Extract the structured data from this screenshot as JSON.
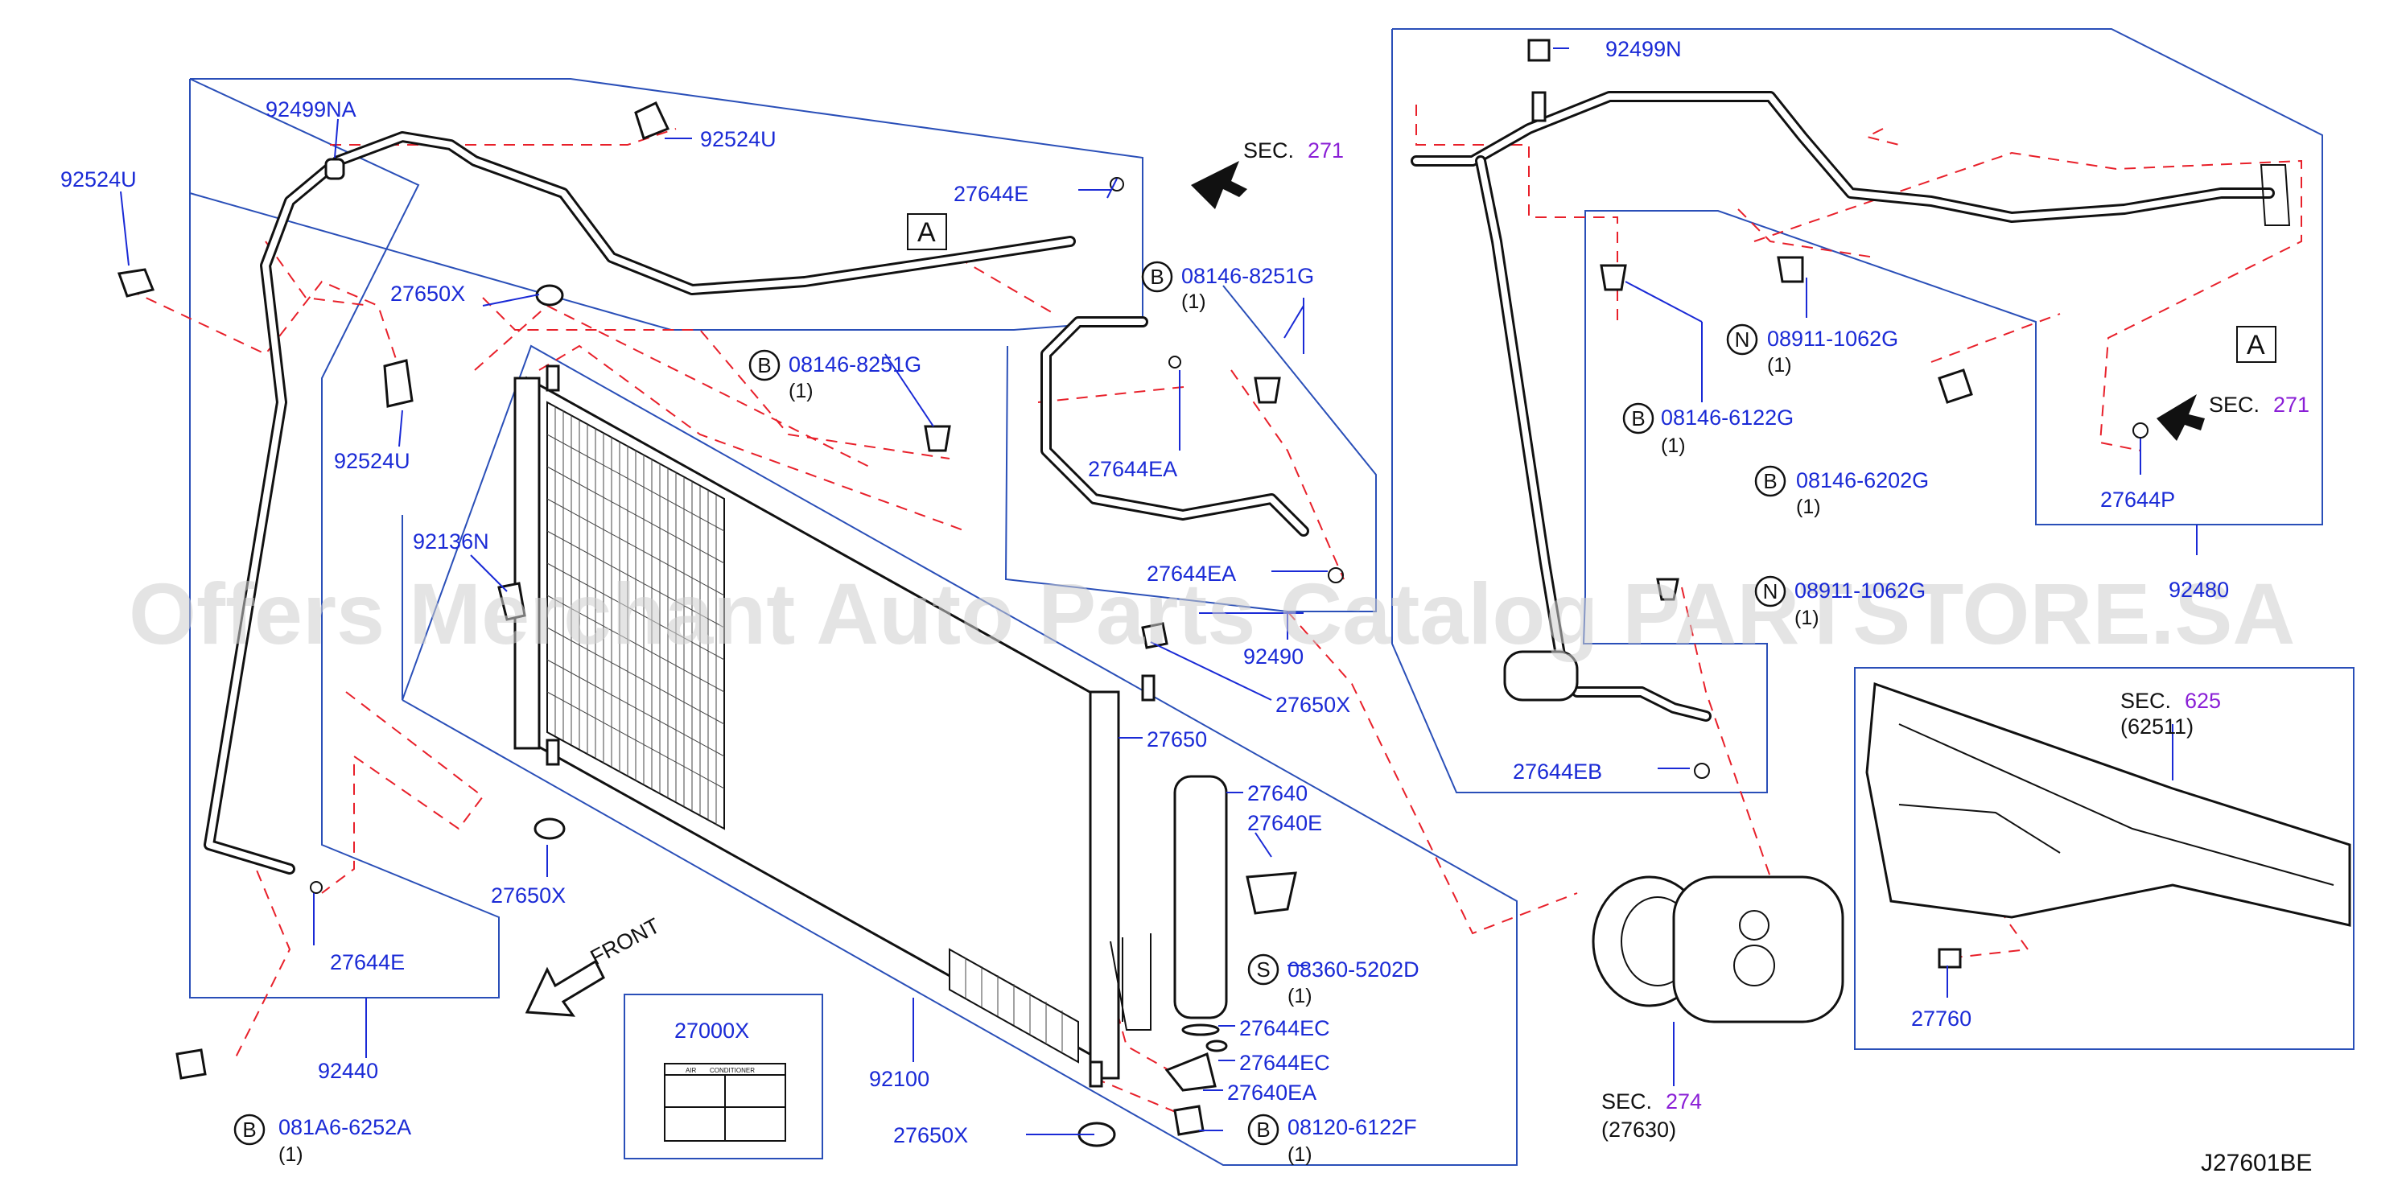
{
  "watermark": "Offers Merchant Auto Parts Catalog PARTSTORE.SA",
  "diagram_code": "J27601BE",
  "front_label": "FRONT",
  "view_marker": "A",
  "callouts": {
    "p92499NA": "92499NA",
    "p92524U_a": "92524U",
    "p92524U_b": "92524U",
    "p92524U_c": "92524U",
    "p27644E_a": "27644E",
    "p27644E_b": "27644E",
    "p27650X_a": "27650X",
    "p27650X_b": "27650X",
    "p27650X_c": "27650X",
    "p27650X_d": "27650X",
    "p92136N": "92136N",
    "p92440": "92440",
    "p92100": "92100",
    "p27000X": "27000X",
    "p27650": "27650",
    "p27640": "27640",
    "p27640E": "27640E",
    "p27644EC_a": "27644EC",
    "p27644EC_b": "27644EC",
    "p27640EA": "27640EA",
    "p27644EA_a": "27644EA",
    "p27644EA_b": "27644EA",
    "p92490": "92490",
    "p27644EB": "27644EB",
    "p92499N": "92499N",
    "p27644P": "27644P",
    "p92480": "92480",
    "p27760": "27760"
  },
  "bolts": {
    "b081A6": {
      "prefix": "B",
      "num": "081A6-6252A",
      "qty": "(1)"
    },
    "b08146_8251G_a": {
      "prefix": "B",
      "num": "08146-8251G",
      "qty": "(1)"
    },
    "b08146_8251G_b": {
      "prefix": "B",
      "num": "08146-8251G",
      "qty": "(1)"
    },
    "b08146_6122G": {
      "prefix": "B",
      "num": "08146-6122G",
      "qty": "(1)"
    },
    "b08146_6202G": {
      "prefix": "B",
      "num": "08146-6202G",
      "qty": "(1)"
    },
    "n08911_a": {
      "prefix": "N",
      "num": "08911-1062G",
      "qty": "(1)"
    },
    "n08911_b": {
      "prefix": "N",
      "num": "08911-1062G",
      "qty": "(1)"
    },
    "s08360": {
      "prefix": "S",
      "num": "08360-5202D",
      "qty": "(1)"
    },
    "b08120": {
      "prefix": "B",
      "num": "08120-6122F",
      "qty": "(1)"
    }
  },
  "sections": {
    "sec271_a": {
      "label": "SEC.",
      "num": "271"
    },
    "sec271_b": {
      "label": "SEC.",
      "num": "271"
    },
    "sec274": {
      "label": "SEC.",
      "num": "274",
      "sub": "(27630)"
    },
    "sec625": {
      "label": "SEC.",
      "num": "625",
      "sub": "(62511)"
    }
  },
  "label_plate": {
    "header_left": "AIR",
    "header_right": "CONDITIONER"
  }
}
